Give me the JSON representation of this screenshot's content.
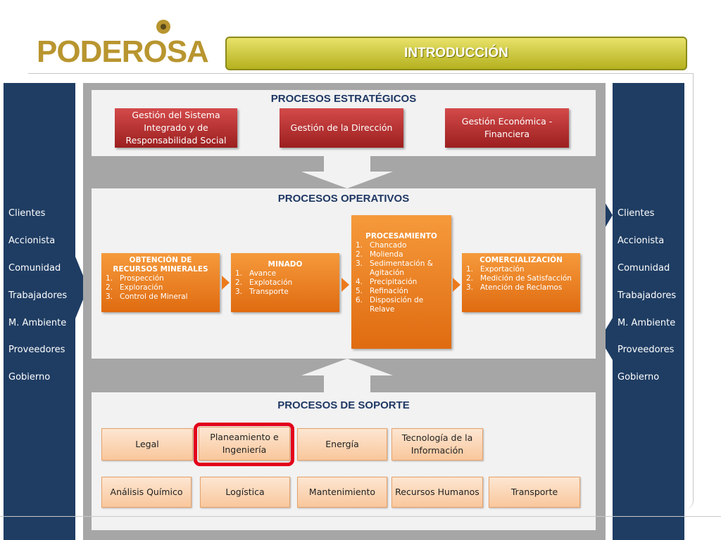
{
  "header": {
    "logo_text": "PODEROSA",
    "banner_title": "INTRODUCCIÓN"
  },
  "stakeholders_left": [
    "Clientes",
    "Accionista",
    "Comunidad",
    "Trabajadores",
    "M. Ambiente",
    "Proveedores",
    "Gobierno"
  ],
  "stakeholders_right": [
    "Clientes",
    "Accionista",
    "Comunidad",
    "Trabajadores",
    "M. Ambiente",
    "Proveedores",
    "Gobierno"
  ],
  "strategic": {
    "title": "PROCESOS ESTRATÉGICOS",
    "boxes": [
      "Gestión del Sistema Integrado y de Responsabilidad Social",
      "Gestión de la Dirección",
      "Gestión Económica - Financiera"
    ]
  },
  "operative": {
    "title": "PROCESOS OPERATIVOS",
    "boxes": [
      {
        "title": "OBTENCIÓN DE RECURSOS MINERALES",
        "items": [
          "1.",
          "Prospección",
          "2.",
          "Exploración",
          "3.",
          "Control de Mineral"
        ]
      },
      {
        "title": "MINADO",
        "items": [
          "1.",
          "Avance",
          "2.",
          "Explotación",
          "3.",
          "Transporte"
        ]
      },
      {
        "title": "PROCESAMIENTO",
        "items": [
          "1.",
          "Chancado",
          "2.",
          "Molienda",
          "3.",
          "Sedimentación & Agitación",
          "4.",
          "Precipitación",
          "5.",
          "Refinación",
          "6.",
          "Disposición de Relave"
        ]
      },
      {
        "title": "COMERCIALIZACIÓN",
        "items": [
          "1.",
          "Exportación",
          "2.",
          "Medición de Satisfacción",
          "3.",
          "Atención de Reclamos"
        ]
      }
    ]
  },
  "support": {
    "title": "PROCESOS DE SOPORTE",
    "boxes": [
      "Legal",
      "Planeamiento e Ingeniería",
      "Energía",
      "Tecnología de la Información",
      "Análisis Químico",
      "Logística",
      "Mantenimiento",
      "Recursos Humanos",
      "Transporte"
    ],
    "highlighted": "Planeamiento e Ingeniería"
  },
  "colors": {
    "side_column": "#1f3d63",
    "logo": "#b8952f",
    "banner": "#d4cf3c",
    "strategic_box": "#b52a2a",
    "operative_box": "#ec7a1c",
    "support_box": "#fbd6b6",
    "highlight": "#e3001b",
    "title_text": "#1f3864"
  }
}
